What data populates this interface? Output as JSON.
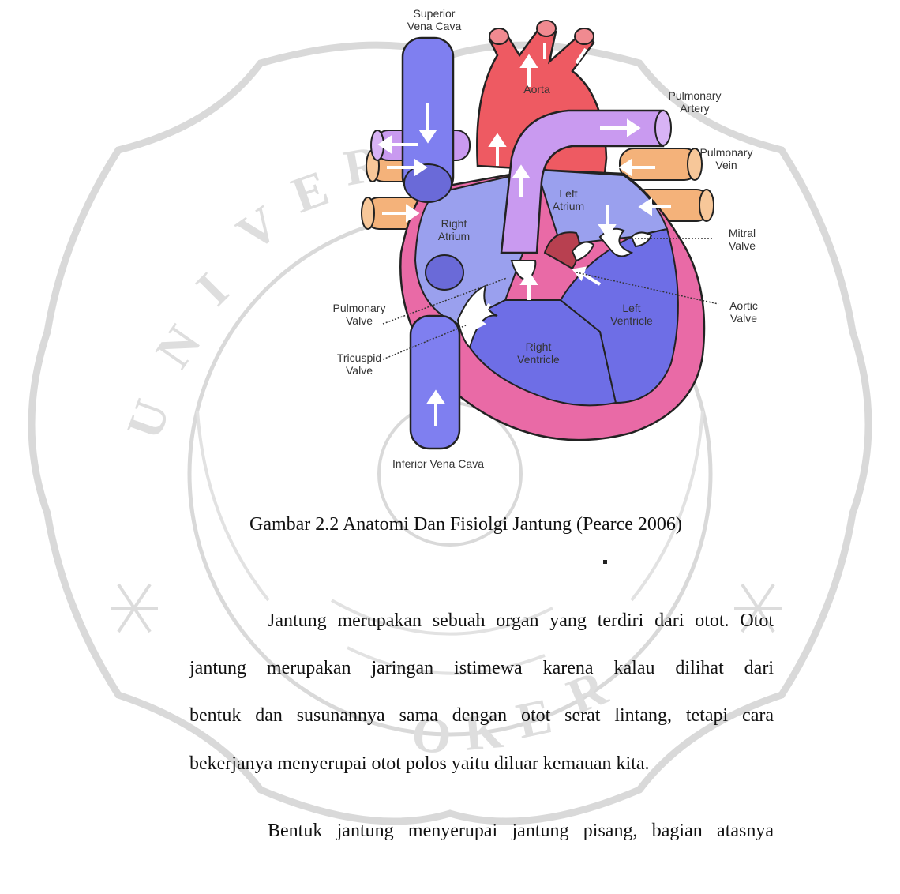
{
  "diagram": {
    "labels": {
      "superior_vena_cava": [
        "Superior",
        "Vena Cava"
      ],
      "aorta": "Aorta",
      "pulmonary_artery": [
        "Pulmonary",
        "Artery"
      ],
      "pulmonary_vein": [
        "Pulmonary",
        "Vein"
      ],
      "left_atrium": [
        "Left",
        "Atrium"
      ],
      "right_atrium": [
        "Right",
        "Atrium"
      ],
      "mitral_valve": [
        "Mitral",
        "Valve"
      ],
      "pulmonary_valve": [
        "Pulmonary",
        "Valve"
      ],
      "left_ventricle": [
        "Left",
        "Ventricle"
      ],
      "aortic_valve": [
        "Aortic",
        "Valve"
      ],
      "tricuspid_valve": [
        "Tricuspid",
        "Valve"
      ],
      "right_ventricle": [
        "Right",
        "Ventricle"
      ],
      "inferior_vena_cava": "Inferior Vena Cava"
    },
    "colors": {
      "vena_cava": "#7f7ff0",
      "aorta": "#ee5a62",
      "pulmonary_artery": "#c99af0",
      "pulmonary_vein": "#f4b27a",
      "heart_wall": "#e96aa6",
      "right_chambers": "#9aa0ee",
      "ventricle": "#6e6ee6",
      "valve": "#ffffff"
    }
  },
  "caption": "Gambar 2.2 Anatomi Dan Fisiolgi Jantung (Pearce 2006)",
  "paragraphs": {
    "p1_lines": [
      "Jantung merupakan sebuah organ yang terdiri dari otot. Otot",
      "jantung merupakan jaringan istimewa karena kalau dilihat dari",
      "bentuk dan susunannya sama dengan otot serat lintang, tetapi cara"
    ],
    "p1_last": "bekerjanya menyerupai otot polos yaitu diluar kemauan kita.",
    "p2_first": "Bentuk jantung menyerupai jantung pisang, bagian atasnya"
  }
}
